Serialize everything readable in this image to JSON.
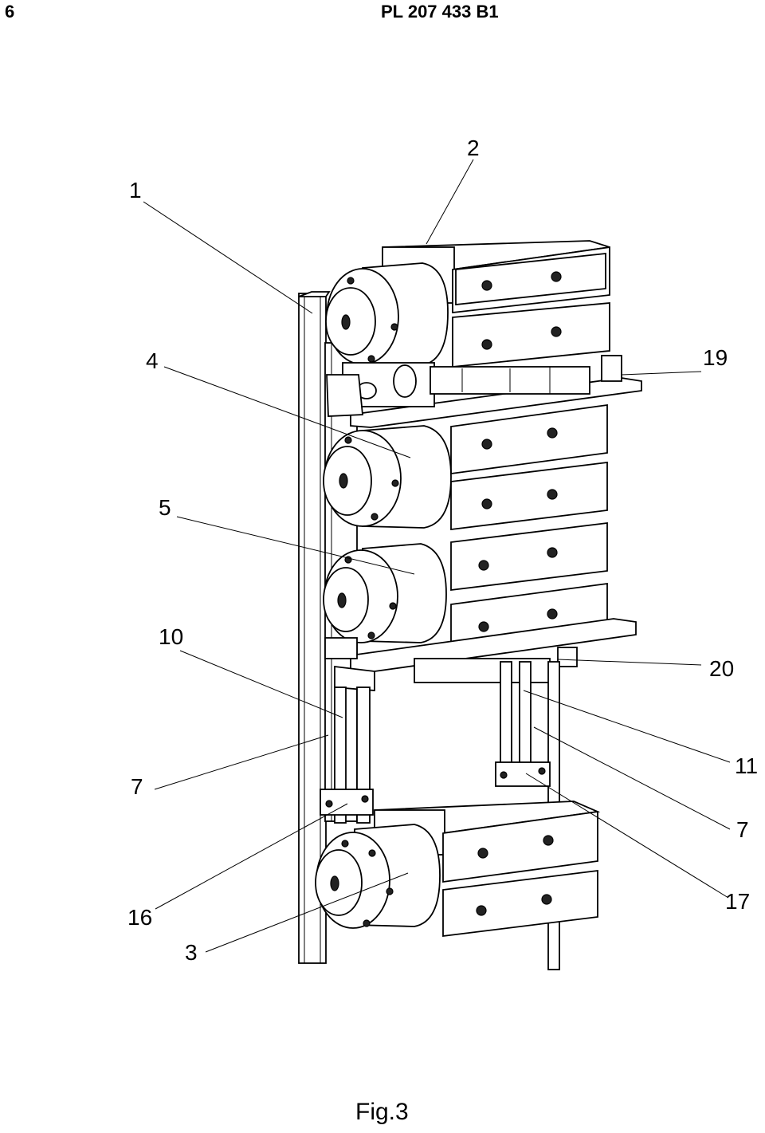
{
  "header": {
    "page_number": "6",
    "document_id": "PL 207 433 B1"
  },
  "labels": {
    "l1": "1",
    "l2": "2",
    "l4": "4",
    "l19": "19",
    "l5": "5",
    "l10": "10",
    "l20": "20",
    "l11": "11",
    "l7a": "7",
    "l7b": "7",
    "l16": "16",
    "l17": "17",
    "l3": "3"
  },
  "caption": "Fig.3"
}
